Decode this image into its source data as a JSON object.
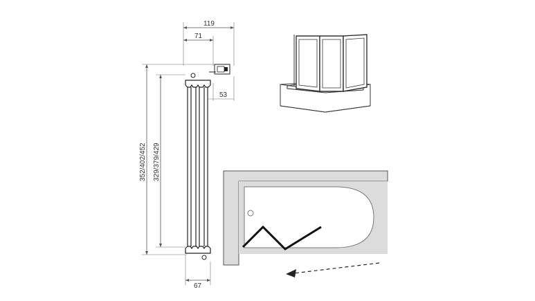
{
  "dimensions": {
    "top_overall": "119",
    "top_inner": "71",
    "side_offset": "53",
    "bottom_width": "67",
    "height_outer": "352/402/452",
    "height_inner": "329/379/429"
  },
  "colors": {
    "line": "#555555",
    "tub_fill": "#dcdcdc",
    "panel_line": "#111111"
  }
}
